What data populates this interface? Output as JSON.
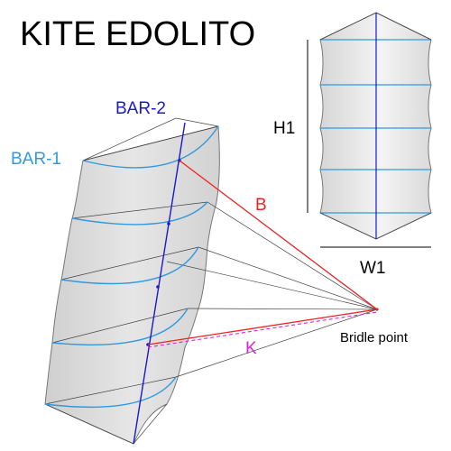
{
  "title": "KITE EDOLITO",
  "labels": {
    "bar1": "BAR-1",
    "bar2": "BAR-2",
    "bridle_line": "B",
    "keel_line": "K",
    "bridle_point": "Bridle point",
    "height": "H1",
    "width": "W1"
  },
  "colors": {
    "bar1": "#3399dd",
    "bar2": "#1a1acc",
    "bridle": "#ee2222",
    "keel": "#dd22dd",
    "sail_fill": "#d9d9d9",
    "outline": "#555555"
  }
}
